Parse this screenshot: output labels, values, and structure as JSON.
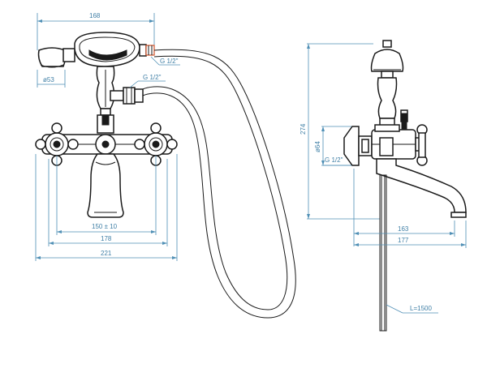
{
  "front_view": {
    "dim_top_width": "168",
    "dim_diameter": "ø53",
    "thread_handshower": "G 1/2\"",
    "thread_hose": "G 1/2\"",
    "dim_centers": "150 ± 10",
    "dim_body": "178",
    "dim_overall": "221"
  },
  "side_view": {
    "dim_height": "274",
    "dim_flange": "ø64",
    "thread_inlet": "G 1/2\"",
    "dim_spout_163": "163",
    "dim_spout_177": "177",
    "hose_length": "L=1500"
  },
  "colors": {
    "dimension_lines": "#4f8fb5",
    "outline": "#1a1a1a",
    "connector_accent": "#d2542a"
  }
}
